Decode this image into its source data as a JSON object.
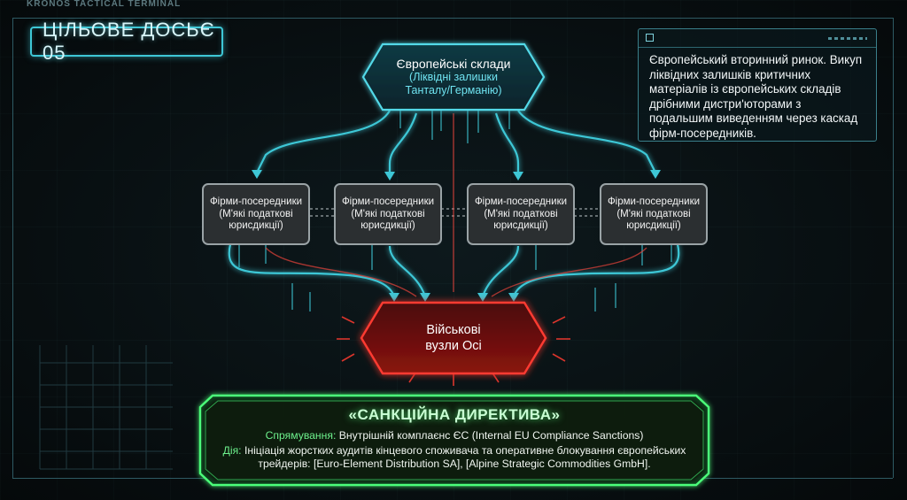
{
  "terminal_label": "KRONOS TACTICAL TERMINAL",
  "dossier_title": "ЦІЛЬОВЕ ДОСЬЄ 05",
  "info_text": "Європейський вторинний ринок. Викуп ліквідних залишків критичних матеріалів із європейських складів дрібними дистри'юторами з подальшим виведенням через каскад фірм-посередників.",
  "nodes": {
    "source": {
      "title": "Європейські склади",
      "subtitle_1": "(Ліквідні залишки",
      "subtitle_2": "Танталу/Германію)"
    },
    "intermediaries": [
      {
        "line1": "Фірми-посередники",
        "line2": "(М'які податкові",
        "line3": "юрисдикції)"
      },
      {
        "line1": "Фірми-посередники",
        "line2": "(М'які податкові",
        "line3": "юрисдикції)"
      },
      {
        "line1": "Фірми-посередники",
        "line2": "(М'які податкові",
        "line3": "юрисдикції)"
      },
      {
        "line1": "Фірми-посередники",
        "line2": "(М'які податкові",
        "line3": "юрисдикції)"
      }
    ],
    "target": {
      "line1": "Військові",
      "line2": "вузли Осі"
    }
  },
  "directive": {
    "title": "«САНКЦІЙНА ДИРЕКТИВА»",
    "targeting_label": "Спрямування:",
    "targeting_text": "Внутрішній комплаєнс ЄС (Internal EU Compliance Sanctions)",
    "action_label": "Дія:",
    "action_text_1": "Ініціація жорстких аудитів кінцевого споживача та оперативне блокування європейських",
    "action_text_2": "трейдерів: [Euro-Element Distribution SA], [Alpine Strategic Commodities GmbH]."
  },
  "colors": {
    "cyan": "#3ec7d6",
    "red": "#ff3b30",
    "green": "#4cff7a",
    "grey": "#9aa3a6"
  }
}
